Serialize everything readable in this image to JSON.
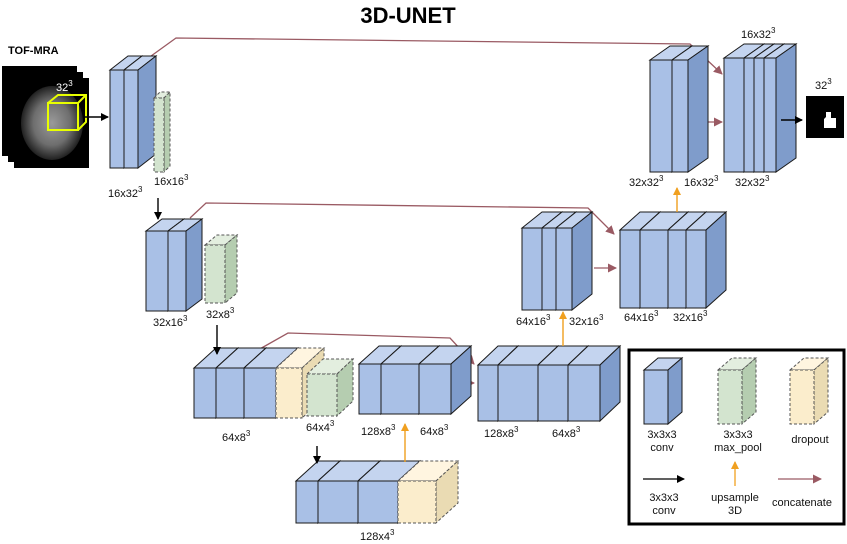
{
  "title": "3D-UNET",
  "input": {
    "label": "TOF-MRA",
    "crop_label": "32",
    "crop_exp": "3"
  },
  "output": {
    "label": "32",
    "label_exp": "3"
  },
  "labels": {
    "l1_conv": {
      "base": "16x32",
      "exp": "3"
    },
    "l1_pool": {
      "base": "16x16",
      "exp": "3"
    },
    "l2_conv": {
      "base": "32x16",
      "exp": "3"
    },
    "l2_pool": {
      "base": "32x8",
      "exp": "3"
    },
    "l3_conv": {
      "base": "64x8",
      "exp": "3"
    },
    "l3_pool": {
      "base": "64x4",
      "exp": "3"
    },
    "bottom": {
      "base": "128x4",
      "exp": "3"
    },
    "up3_a": {
      "base": "128x8",
      "exp": "3"
    },
    "up3_b": {
      "base": "64x8",
      "exp": "3"
    },
    "dec3_a": {
      "base": "128x8",
      "exp": "3"
    },
    "dec3_b": {
      "base": "64x8",
      "exp": "3"
    },
    "up2_a": {
      "base": "64x16",
      "exp": "3"
    },
    "up2_b": {
      "base": "32x16",
      "exp": "3"
    },
    "dec2_a": {
      "base": "64x16",
      "exp": "3"
    },
    "dec2_b": {
      "base": "32x16",
      "exp": "3"
    },
    "up1_a": {
      "base": "32x32",
      "exp": "3"
    },
    "up1_b": {
      "base": "16x32",
      "exp": "3"
    },
    "dec1_top": {
      "base": "16x32",
      "exp": "3"
    },
    "dec1_bot": {
      "base": "32x32",
      "exp": "3"
    }
  },
  "legend": {
    "conv_block": "3x3x3\nconv",
    "pool_block": "3x3x3\nmax_pool",
    "dropout_block": "dropout",
    "conv_arrow": "3x3x3\nconv",
    "upsample_arrow": "upsample\n3D",
    "concat_arrow": "concatenate"
  },
  "colors": {
    "conv_front": "#a9c0e6",
    "conv_side": "#7f9ccb",
    "conv_top": "#c4d4ef",
    "pool_front": "#d3e4cf",
    "pool_side": "#b5cdb0",
    "pool_top": "#e3eedf",
    "drop_front": "#fbedcc",
    "drop_side": "#eadbb3",
    "drop_top": "#fff5e0",
    "arrow_conv": "#000000",
    "arrow_up": "#f0a020",
    "arrow_concat": "#9a5a63"
  }
}
